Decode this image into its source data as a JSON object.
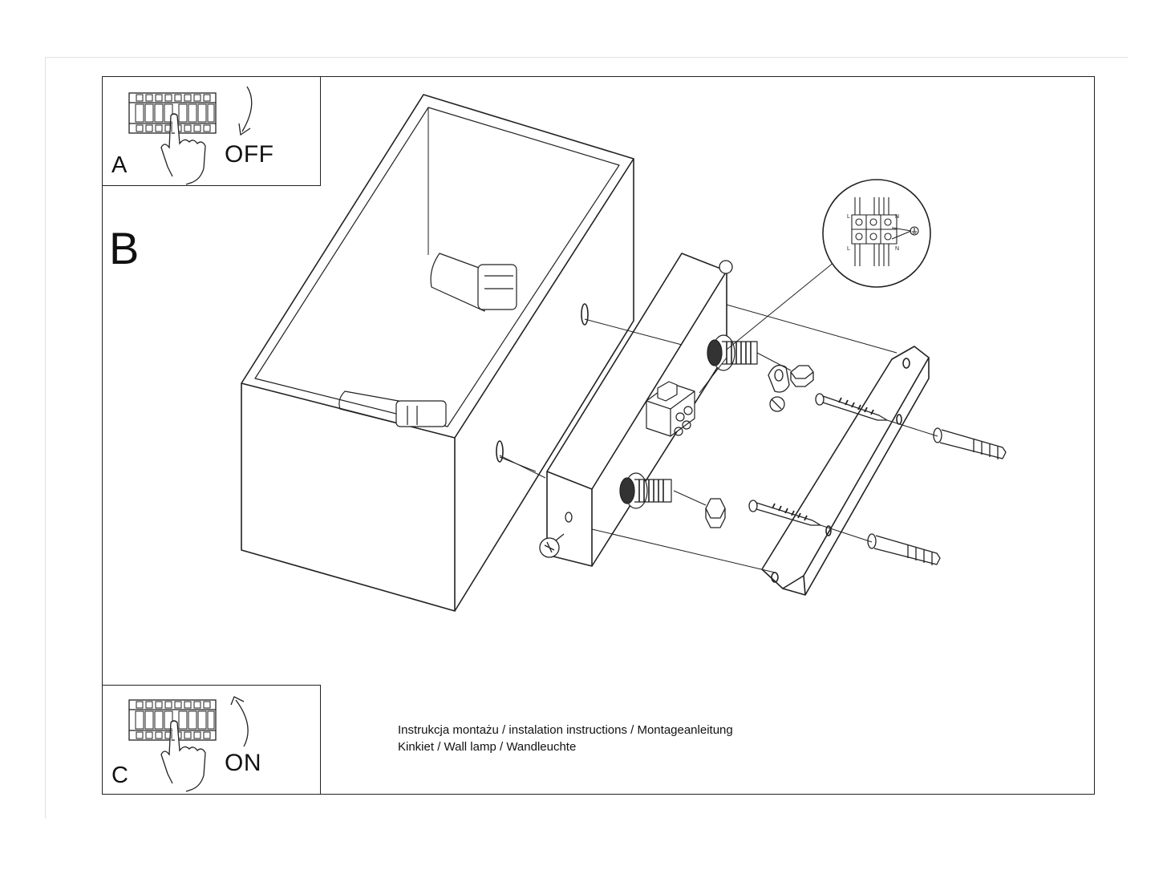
{
  "steps": {
    "a": {
      "letter": "A",
      "action": "OFF"
    },
    "b": {
      "letter": "B"
    },
    "c": {
      "letter": "C",
      "action": "ON"
    }
  },
  "caption": {
    "line1": "Instrukcja montażu / instalation instructions / Montageanleitung",
    "line2": "Kinkiet / Wall lamp / Wandleuchte"
  },
  "wiring_detail": {
    "labels_left_top": "L",
    "labels_right_top": "N",
    "labels_left_bottom": "L",
    "labels_right_bottom": "N"
  },
  "icons": [
    "circuit-breaker-icon",
    "hand-icon",
    "curved-arrow-down-icon",
    "curved-arrow-up-icon",
    "ground-symbol-icon"
  ]
}
